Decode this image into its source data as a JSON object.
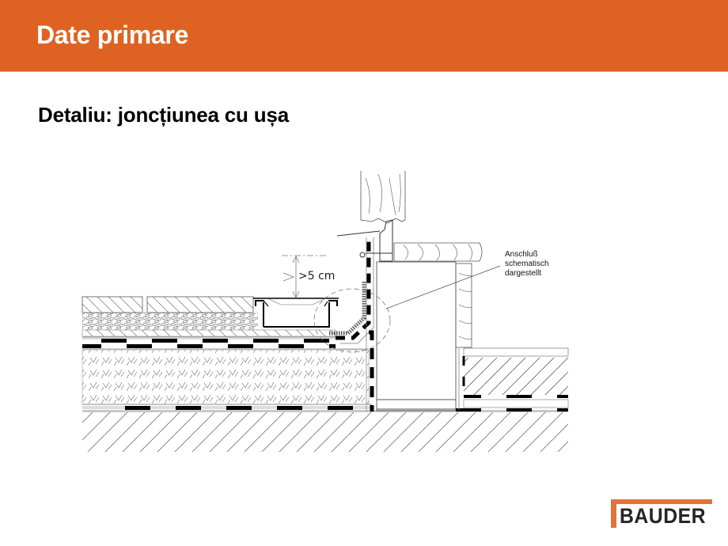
{
  "header": {
    "title": "Date primare",
    "background_color": "#DE6322",
    "text_color": "#FFFFFF"
  },
  "content": {
    "subtitle": "Detaliu: joncțiunea cu ușa"
  },
  "diagram": {
    "description": "Cross-section construction detail: flat roof / terrace waterproofing joint at door threshold",
    "dimension_label": ">5 cm",
    "annotation": {
      "lines": [
        "Anschluß",
        "schematisch",
        "dargestellt"
      ]
    },
    "layers": [
      "paving-slabs",
      "gravel-bed",
      "waterproofing-membrane-top",
      "thermal-insulation",
      "vapor-barrier",
      "concrete-slab"
    ],
    "elements": [
      "drainage-channel-grate",
      "door-frame",
      "door-leaf-wood",
      "door-sill-wood",
      "metal-flashing-profile",
      "interior-floor-screed"
    ]
  },
  "logo": {
    "text": "BAUDER",
    "accent_color": "#E0733A",
    "text_color": "#262626"
  }
}
